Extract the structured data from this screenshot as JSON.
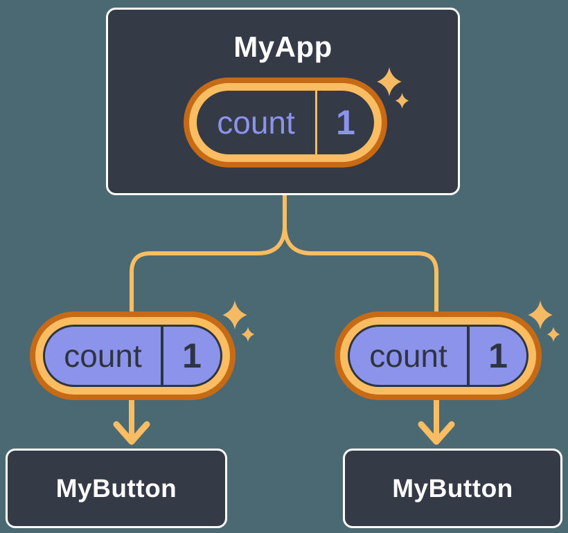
{
  "diagram": {
    "description": "React component tree sharing state",
    "background": "#4B6972",
    "root_node": {
      "title": "MyApp",
      "state_pill": {
        "label": "count",
        "value": "1"
      }
    },
    "child_nodes": [
      {
        "title": "MyButton",
        "state_pill": {
          "label": "count",
          "value": "1"
        }
      },
      {
        "title": "MyButton",
        "state_pill": {
          "label": "count",
          "value": "1"
        }
      }
    ],
    "icons": {
      "sparkle": "sparkle-icon"
    },
    "colors": {
      "node_fill": "#343A46",
      "node_border": "#FFFFFF",
      "ring_dark_orange": "#C76A15",
      "ring_light_orange": "#FABD62",
      "connector_orange": "#FABD62",
      "state_purple": "#8B93EB",
      "state_text_dark": "#2F3540",
      "title_text": "#FFFFFF"
    }
  }
}
